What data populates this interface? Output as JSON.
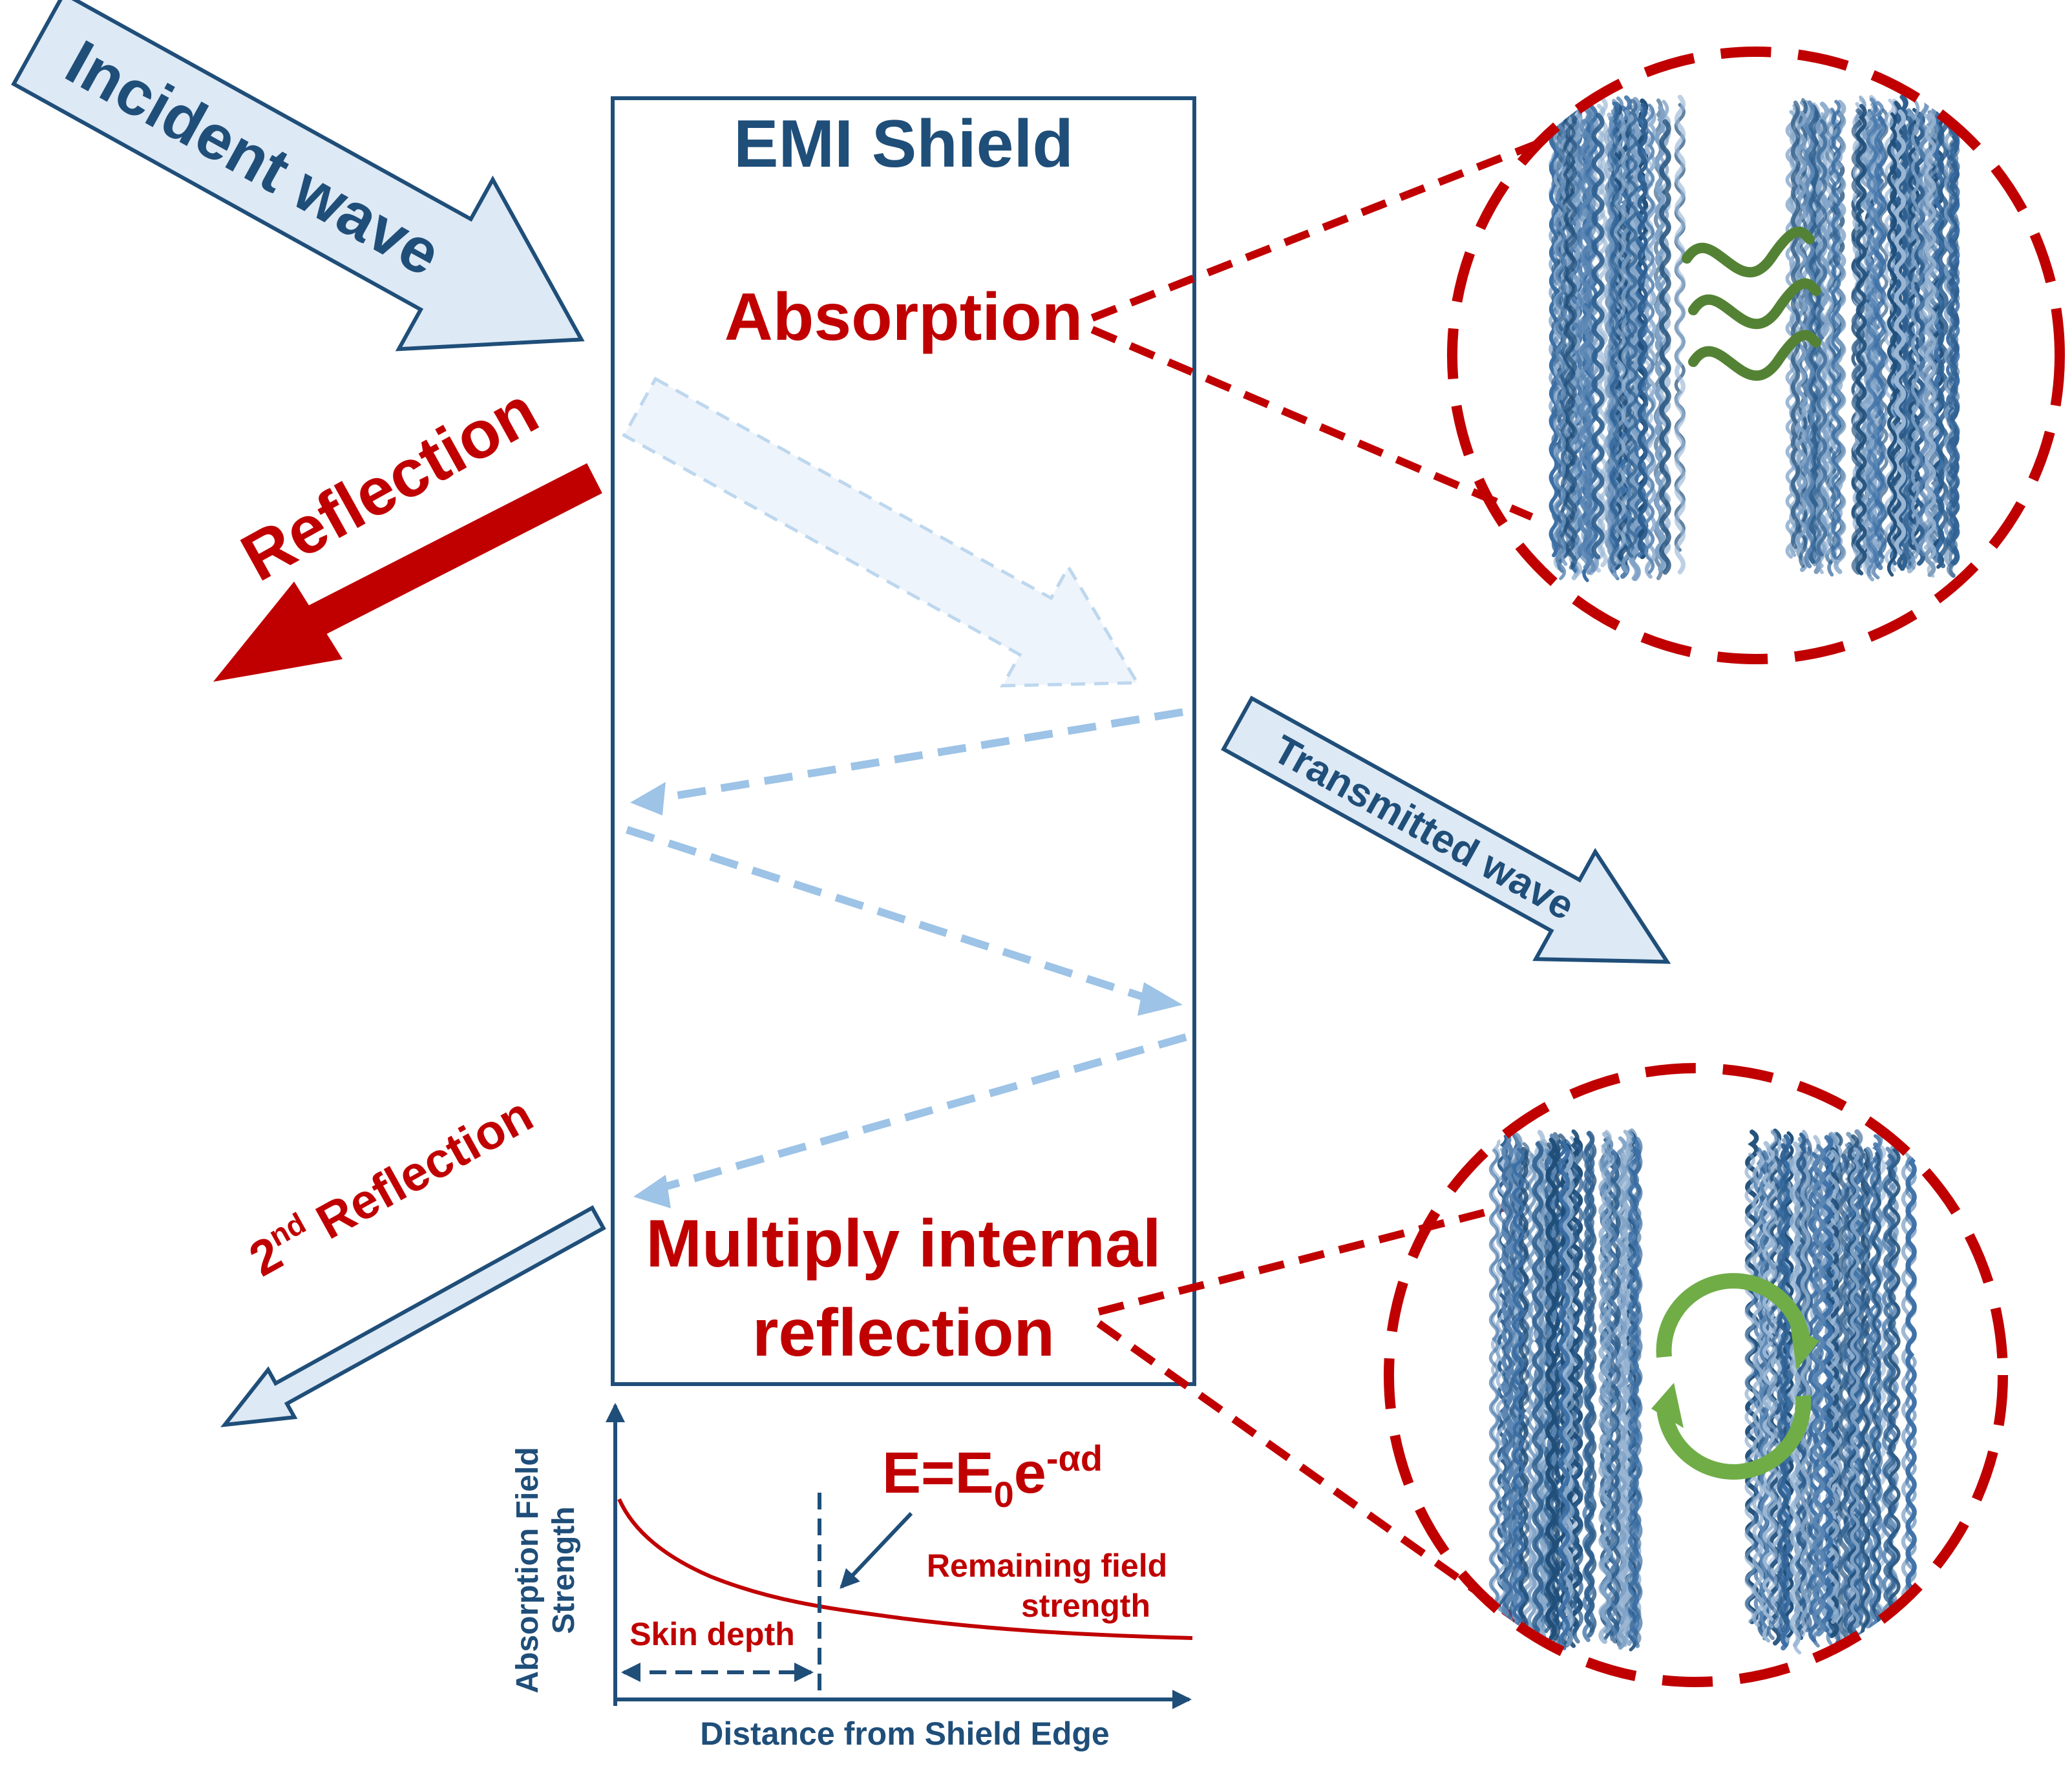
{
  "shield": {
    "title": "EMI Shield",
    "absorption_label": "Absorption",
    "multiple_line1": "Multiply internal",
    "multiple_line2": "reflection"
  },
  "arrows": {
    "incident": "Incident wave",
    "reflection": "Reflection",
    "second_reflection_sup": "nd",
    "second_reflection_num": "2",
    "second_reflection_word": "Reflection",
    "transmitted": "Transmitted wave"
  },
  "plot": {
    "ylabel_line1": "Absorption Field",
    "ylabel_line2": "Strength",
    "xlabel": "Distance from Shield Edge",
    "equation_E": "E=E",
    "equation_sub": "0",
    "equation_e": "e",
    "equation_exp": "-αd",
    "skin_depth": "Skin depth",
    "remaining_line1": "Remaining field",
    "remaining_line2": "strength"
  },
  "colors": {
    "navy": "#1f4e79",
    "red": "#c00000",
    "light_blue": "#dde9f5",
    "dash_blue": "#9dc3e6",
    "green": "#548235"
  }
}
